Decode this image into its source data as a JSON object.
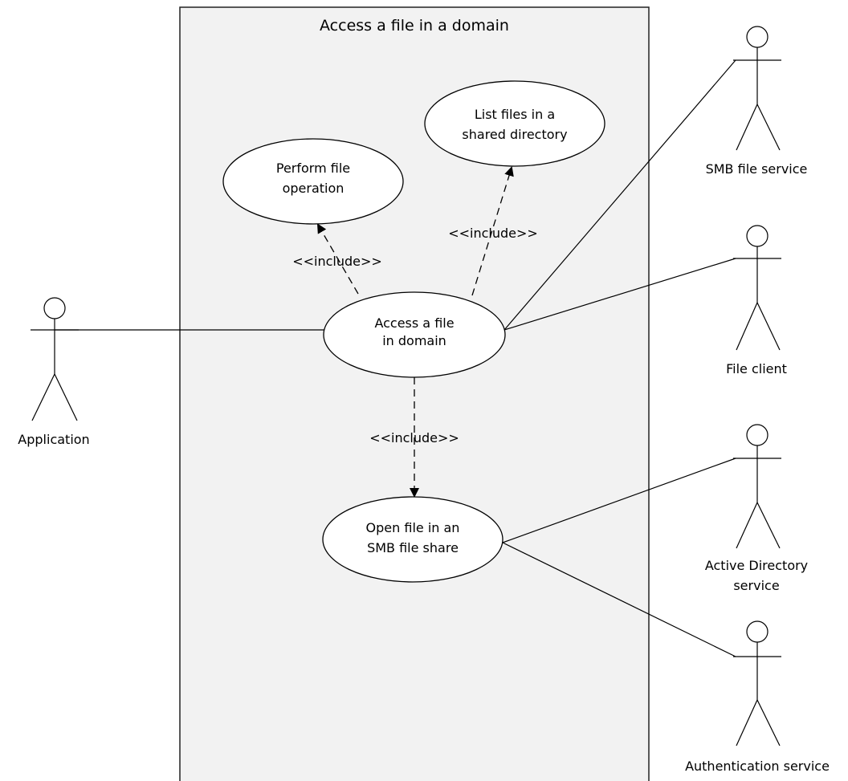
{
  "system": {
    "title": "Access a file in a domain"
  },
  "use_cases": {
    "list_files": {
      "line1": "List files in a",
      "line2": "shared directory"
    },
    "perform_op": {
      "line1": "Perform file",
      "line2": "operation"
    },
    "access_file": {
      "line1": "Access a file",
      "line2": "in domain"
    },
    "open_file": {
      "line1": "Open file in an",
      "line2": "SMB file share"
    }
  },
  "relations": {
    "include_perform": "<<include>>",
    "include_list": "<<include>>",
    "include_open": "<<include>>"
  },
  "actors": {
    "application": {
      "label": "Application"
    },
    "smb_service": {
      "label": "SMB file service"
    },
    "file_client": {
      "label": "File client"
    },
    "ad_service": {
      "line1": "Active Directory",
      "line2": "service"
    },
    "auth_service": {
      "label": "Authentication service"
    }
  }
}
